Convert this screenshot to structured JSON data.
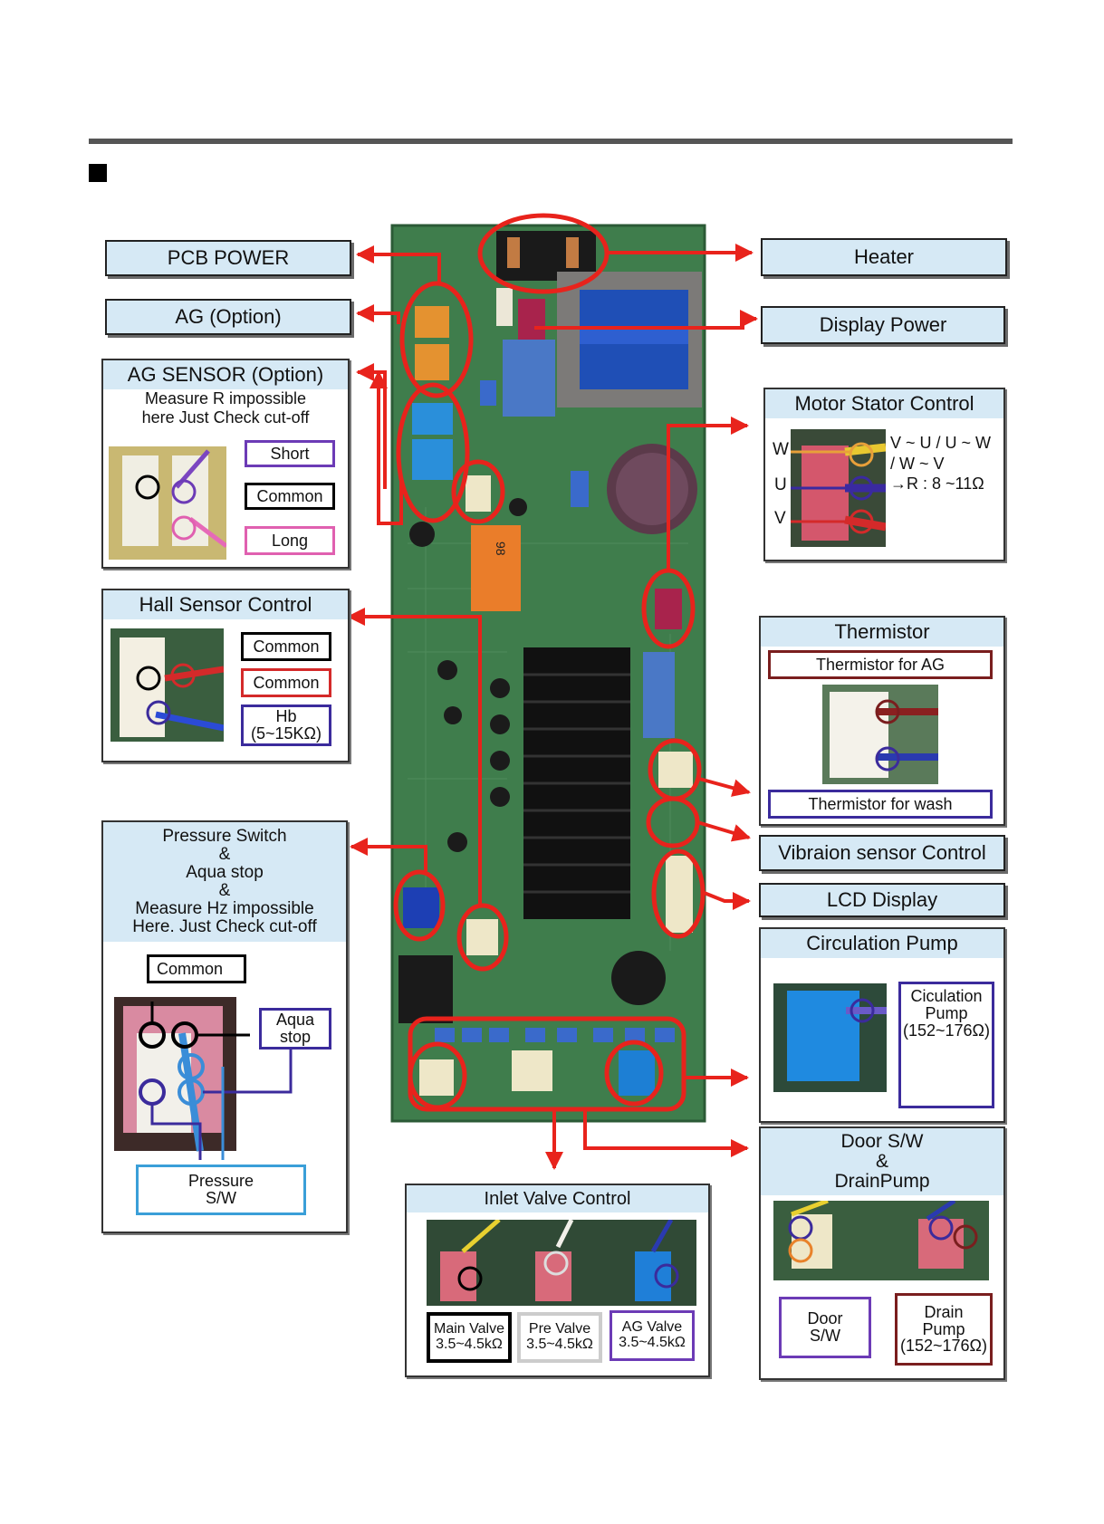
{
  "labels": {
    "pcb_power": "PCB POWER",
    "ag_option": "AG (Option)",
    "heater": "Heater",
    "display_power": "Display Power",
    "vibration": "Vibraion sensor Control",
    "lcd_display": "LCD Display"
  },
  "ag_sensor": {
    "title": "AG SENSOR (Option)",
    "note1": "Measure R impossible",
    "note2": "here Just Check cut-off",
    "short": "Short",
    "common": "Common",
    "long": "Long"
  },
  "hall_sensor": {
    "title": "Hall Sensor Control",
    "common1": "Common",
    "common2": "Common",
    "hb1": "Hb",
    "hb2": "(5~15KΩ)"
  },
  "pressure": {
    "t1": "Pressure Switch",
    "t2": "&",
    "t3": "Aqua stop",
    "t4": "&",
    "t5": "Measure Hz impossible",
    "t6": "Here. Just Check cut-off",
    "common": "Common",
    "aqua1": "Aqua",
    "aqua2": "stop",
    "ps1": "Pressure",
    "ps2": "S/W"
  },
  "motor": {
    "title": "Motor Stator Control",
    "w": "W",
    "u": "U",
    "v": "V",
    "line1": "V ~ U / U ~ W",
    "line2": "/ W ~ V",
    "line3": "→R : 8 ~11Ω"
  },
  "thermistor": {
    "title": "Thermistor",
    "ag": "Thermistor for AG",
    "wash": "Thermistor for wash"
  },
  "circulation": {
    "title": "Circulation Pump",
    "l1": "Ciculation",
    "l2": "Pump",
    "l3": "(152~176Ω)"
  },
  "door": {
    "t1": "Door S/W",
    "t2": "&",
    "t3": "DrainPump",
    "door1": "Door",
    "door2": "S/W",
    "drain1": "Drain",
    "drain2": "Pump",
    "drain3": "(152~176Ω)"
  },
  "inlet": {
    "title": "Inlet Valve Control",
    "main1": "Main Valve",
    "main2": "3.5~4.5kΩ",
    "pre1": "Pre Valve",
    "pre2": "3.5~4.5kΩ",
    "ag1": "AG Valve",
    "ag2": "3.5~4.5kΩ"
  },
  "board_marking": "98"
}
